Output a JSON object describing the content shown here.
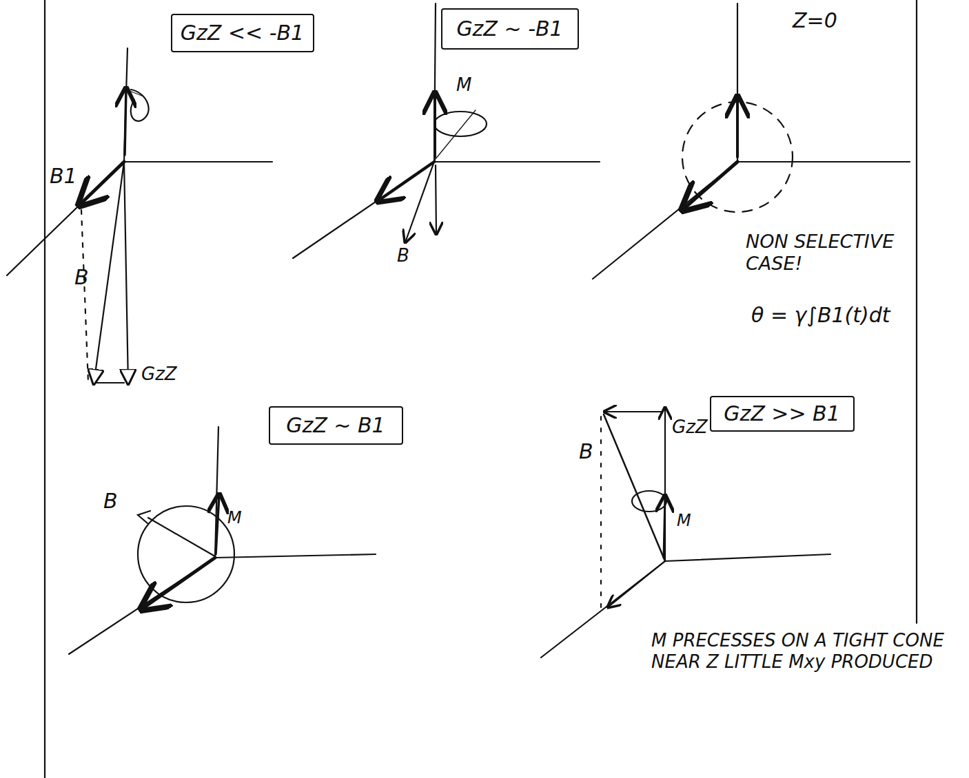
{
  "diagram": {
    "nodes": [
      {
        "text": [
          "GzZ << -B1"
        ]
      },
      {
        "text": [
          "GzZ ~ -B1"
        ]
      },
      {
        "text": [
          "GzZ ~ B1"
        ]
      },
      {
        "text": [
          "GzZ >> B1"
        ]
      }
    ],
    "labels": [
      "B1",
      "B",
      "GzZ",
      "M",
      "B",
      "Z=0",
      "NON SELECTIVE CASE!",
      "θ = γ∫B1(t)dt",
      "B",
      "M",
      "B",
      "GzZ",
      "M",
      "M PRECESSES ON A TIGHT CONE NEAR Z LITTLE Mxy PRODUCED"
    ]
  }
}
